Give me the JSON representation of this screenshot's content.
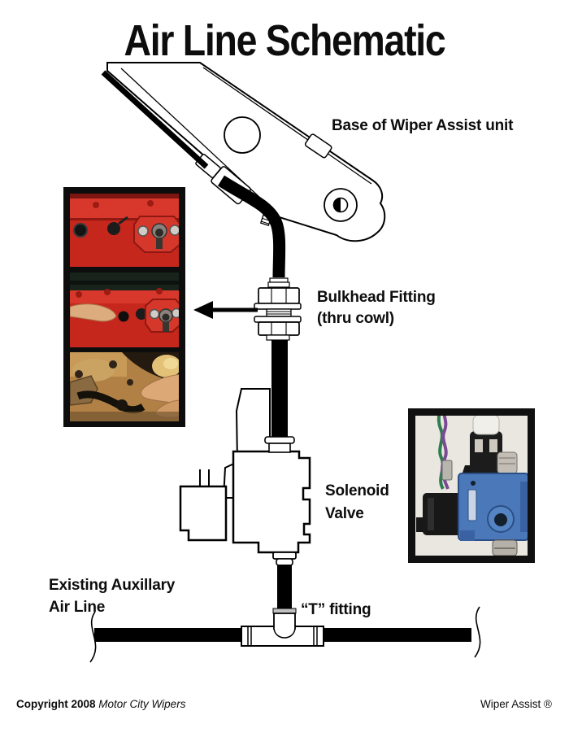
{
  "title": "Air Line Schematic",
  "labels": {
    "base_unit": "Base of Wiper Assist unit",
    "bulkhead_line1": "Bulkhead Fitting",
    "bulkhead_line2": "(thru cowl)",
    "solenoid_line1": "Solenoid",
    "solenoid_line2": "Valve",
    "aux_line1": "Existing Auxillary",
    "aux_line2": "Air Line",
    "t_fitting": "“T” fitting"
  },
  "footer": {
    "copyright": "Copyright 2008",
    "company": "Motor City Wipers",
    "brand": "Wiper Assist ®"
  },
  "colors": {
    "line_art": "#000000",
    "background": "#ffffff",
    "photo_red": "#c5271d",
    "valve_blue": "#4a78b8",
    "photo_canvas_cream": "#eae7e0"
  }
}
